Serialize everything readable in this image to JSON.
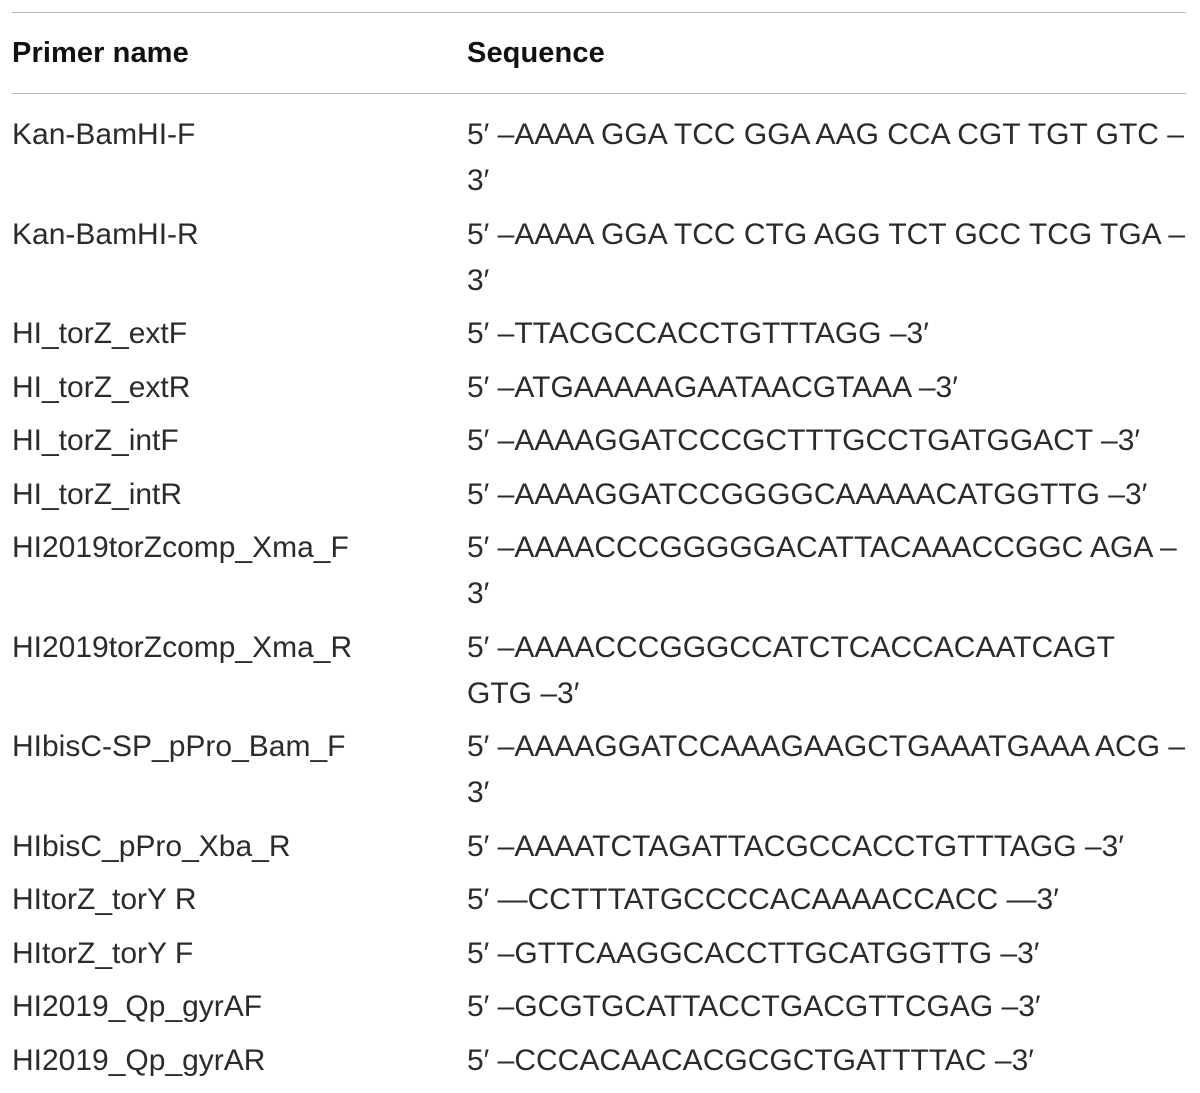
{
  "table": {
    "headers": {
      "name": "Primer name",
      "sequence": "Sequence"
    },
    "rows": [
      {
        "name": "Kan-BamHI-F",
        "sequence": "5′ –AAAA GGA TCC GGA AAG CCA CGT TGT GTC –3′"
      },
      {
        "name": "Kan-BamHI-R",
        "sequence": "5′ –AAAA GGA TCC CTG AGG TCT GCC TCG TGA –3′"
      },
      {
        "name": "HI_torZ_extF",
        "sequence": "5′ –TTACGCCACCTGTTTAGG –3′"
      },
      {
        "name": "HI_torZ_extR",
        "sequence": "5′ –ATGAAAAAGAATAACGTAAA –3′"
      },
      {
        "name": "HI_torZ_intF",
        "sequence": "5′ –AAAAGGATCCCGCTTTGCCTGATGGACT –3′"
      },
      {
        "name": "HI_torZ_intR",
        "sequence": "5′ –AAAAGGATCCGGGGCAAAAACATGGTTG –3′"
      },
      {
        "name": "HI2019torZcomp_Xma_F",
        "sequence": "5′ –AAAACCCGGGGGACATTACAAACCGGC AGA –3′"
      },
      {
        "name": "HI2019torZcomp_Xma_R",
        "sequence": "5′ –AAAACCCGGGCCATCTCACCACAATCAGT GTG –3′"
      },
      {
        "name": "HIbisC-SP_pPro_Bam_F",
        "sequence": "5′ –AAAAGGATCCAAAGAAGCTGAAATGAAA ACG –3′"
      },
      {
        "name": "HIbisC_pPro_Xba_R",
        "sequence": "5′ –AAAATCTAGATTACGCCACCTGTTTAGG –3′"
      },
      {
        "name": "HItorZ_torY R",
        "sequence": "5′ —CCTTTATGCCCCACAAAACCACC —3′"
      },
      {
        "name": "HItorZ_torY F",
        "sequence": "5′ –GTTCAAGGCACCTTGCATGGTTG –3′"
      },
      {
        "name": "HI2019_Qp_gyrAF",
        "sequence": "5′ –GCGTGCATTACCTGACGTTCGAG –3′"
      },
      {
        "name": "HI2019_Qp_gyrAR",
        "sequence": "5′ –CCCACAACACGCGCTGATTTTAC –3′"
      }
    ]
  }
}
